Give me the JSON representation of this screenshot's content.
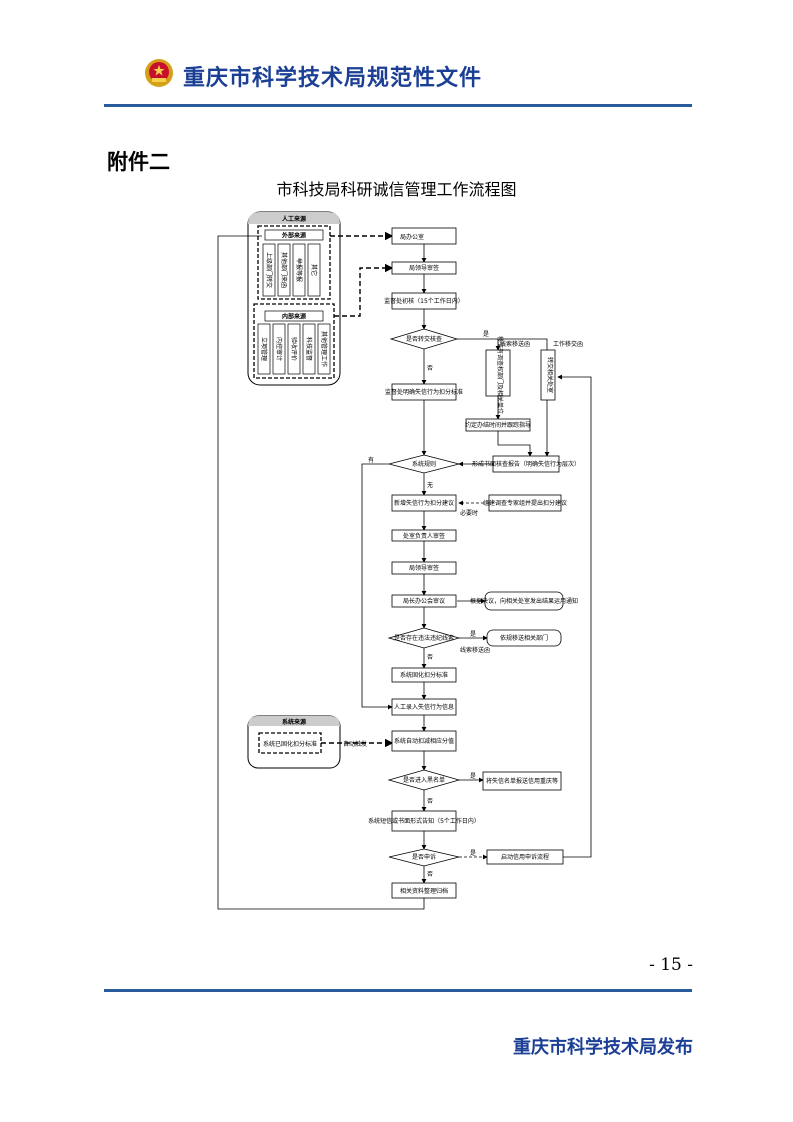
{
  "header": {
    "title": "重庆市科学技术局规范性文件"
  },
  "attachment_label": "附件二",
  "figure_title": "市科技局科研诚信管理工作流程图",
  "page_number": "- 15 -",
  "footer": {
    "publisher": "重庆市科学技术局发布"
  },
  "flowchart": {
    "manual_source": "人工来源",
    "external_source": "外部来源",
    "external_items": [
      "上级部门转交",
      "其他部门来函",
      "举报等报",
      "其它"
    ],
    "internal_source": "内部来源",
    "internal_items": [
      "立项管理",
      "内控审计",
      "验收评价",
      "科技监督",
      "其他管理工作"
    ],
    "system_source": "系统来源",
    "system_item": "系统已固化扣分标准",
    "auto_trigger": "自动触发",
    "n_office": "局办公室",
    "n_leader_review1": "局领导审签",
    "n_supervise_check": "监督处初核（15个工作日内）",
    "d_transfer": "是否转交核查",
    "clue_transfer": "线索移送函",
    "work_transfer": "工作移交函",
    "n_send_dept": "移交有调查权部门及相关单位",
    "n_send_office": "转交相关处室",
    "n_agree_time": "约定办结时间并跟踪指导",
    "n_form_report": "形成书面核查报告（明确失信行为层次）",
    "n_clarify": "监督处明确失信行为扣分标准",
    "d_system_rule": "系统规则",
    "have": "有",
    "none": "无",
    "yes": "是",
    "no": "否",
    "n_add_rule": "新增失信行为扣分建议",
    "if_needed": "必要时",
    "n_expert": "组建调查专家组并提出扣分建议",
    "n_head_review": "处室负责人审签",
    "n_leader_review2": "局领导审签",
    "n_meeting": "局长办公会审议",
    "n_notify": "根据决议，向相关处室发出结果运用通知",
    "d_suspect": "是否存在违法违纪线索",
    "n_transfer_dept": "依规移送相关部门",
    "clue_transfer2": "线索移送函",
    "n_solidify": "系统固化扣分标准",
    "n_manual_entry": "人工录入失信行为信息",
    "n_auto_deduct": "系统自动扣减相应分值",
    "d_blacklist": "是否进入黑名单",
    "n_blacklist_report": "将失信名单报送信用重庆等",
    "n_sms": "系统短信或书面形式告知（5个工作日内）",
    "d_appeal": "是否申诉",
    "n_appeal_flow": "启动信用申诉流程",
    "n_archive": "相关资料整理归档"
  }
}
